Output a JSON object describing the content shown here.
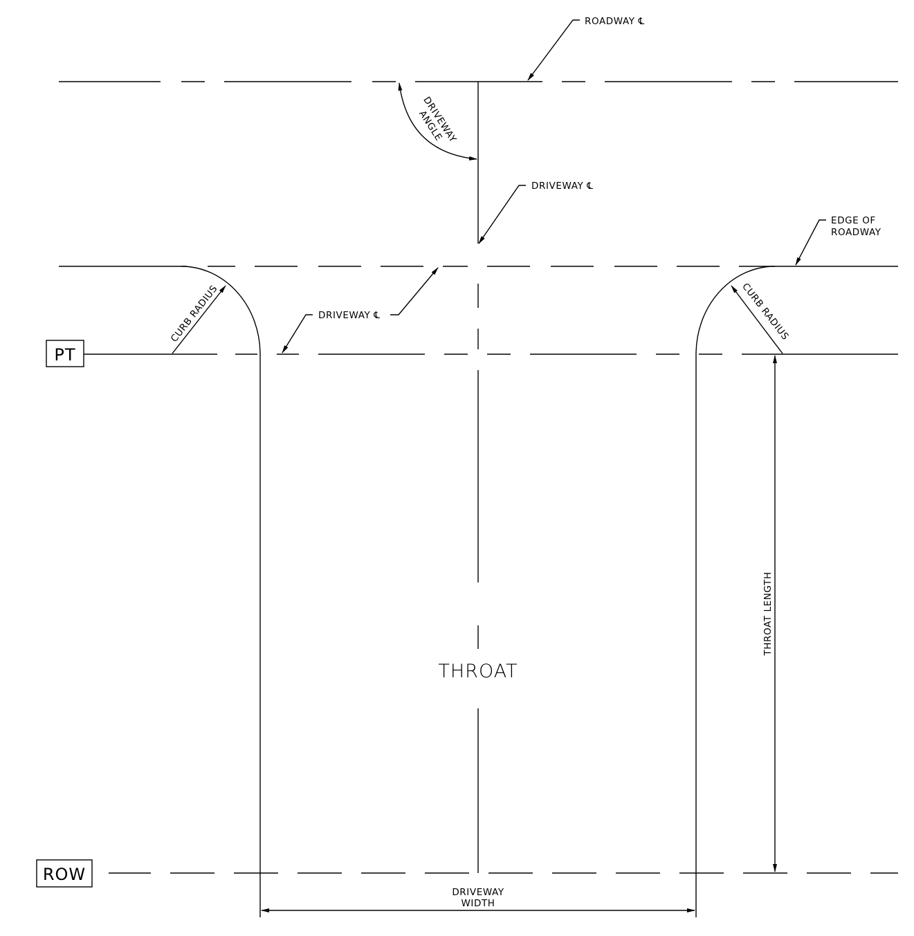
{
  "labels": {
    "roadway_cl": "ROADWAY",
    "driveway_cl_upper": "DRIVEWAY",
    "driveway_cl_lower": "DRIVEWAY",
    "centerline_symbol": "℄",
    "edge_of_roadway_line1": "EDGE OF",
    "edge_of_roadway_line2": "ROADWAY",
    "driveway_angle_line1": "DRIVEWAY",
    "driveway_angle_line2": "ANGLE",
    "curb_radius_left": "CURB RADIUS",
    "curb_radius_right": "CURB RADIUS",
    "throat": "THROAT",
    "throat_length": "THROAT LENGTH",
    "driveway_width_line1": "DRIVEWAY",
    "driveway_width_line2": "WIDTH",
    "pt_box": "PT",
    "row_box": "ROW"
  }
}
